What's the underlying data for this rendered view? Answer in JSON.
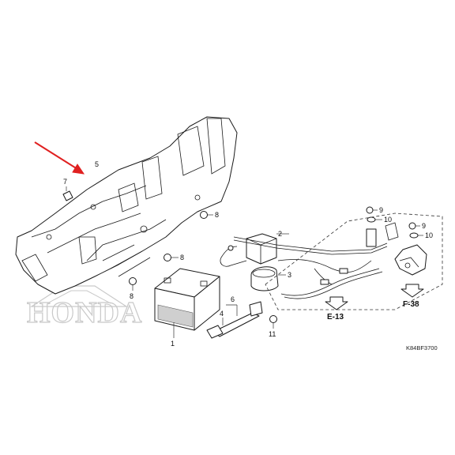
{
  "callouts": {
    "p1": "1",
    "p2": "2",
    "p3": "3",
    "p4": "4",
    "p5": "5",
    "p6": "6",
    "p7": "7",
    "p8a": "8",
    "p8b": "8",
    "p8c": "8",
    "p9a": "9",
    "p9b": "9",
    "p10a": "10",
    "p10b": "10",
    "p11": "11"
  },
  "references": {
    "e13": "E-13",
    "f38": "F-38"
  },
  "diagram_code": "K84BF3700",
  "watermark": {
    "brand": "HONDA"
  },
  "colors": {
    "pointer_arrow": "#e02020",
    "ink": "#1a1a1a",
    "watermark": "#c9c9c9"
  }
}
